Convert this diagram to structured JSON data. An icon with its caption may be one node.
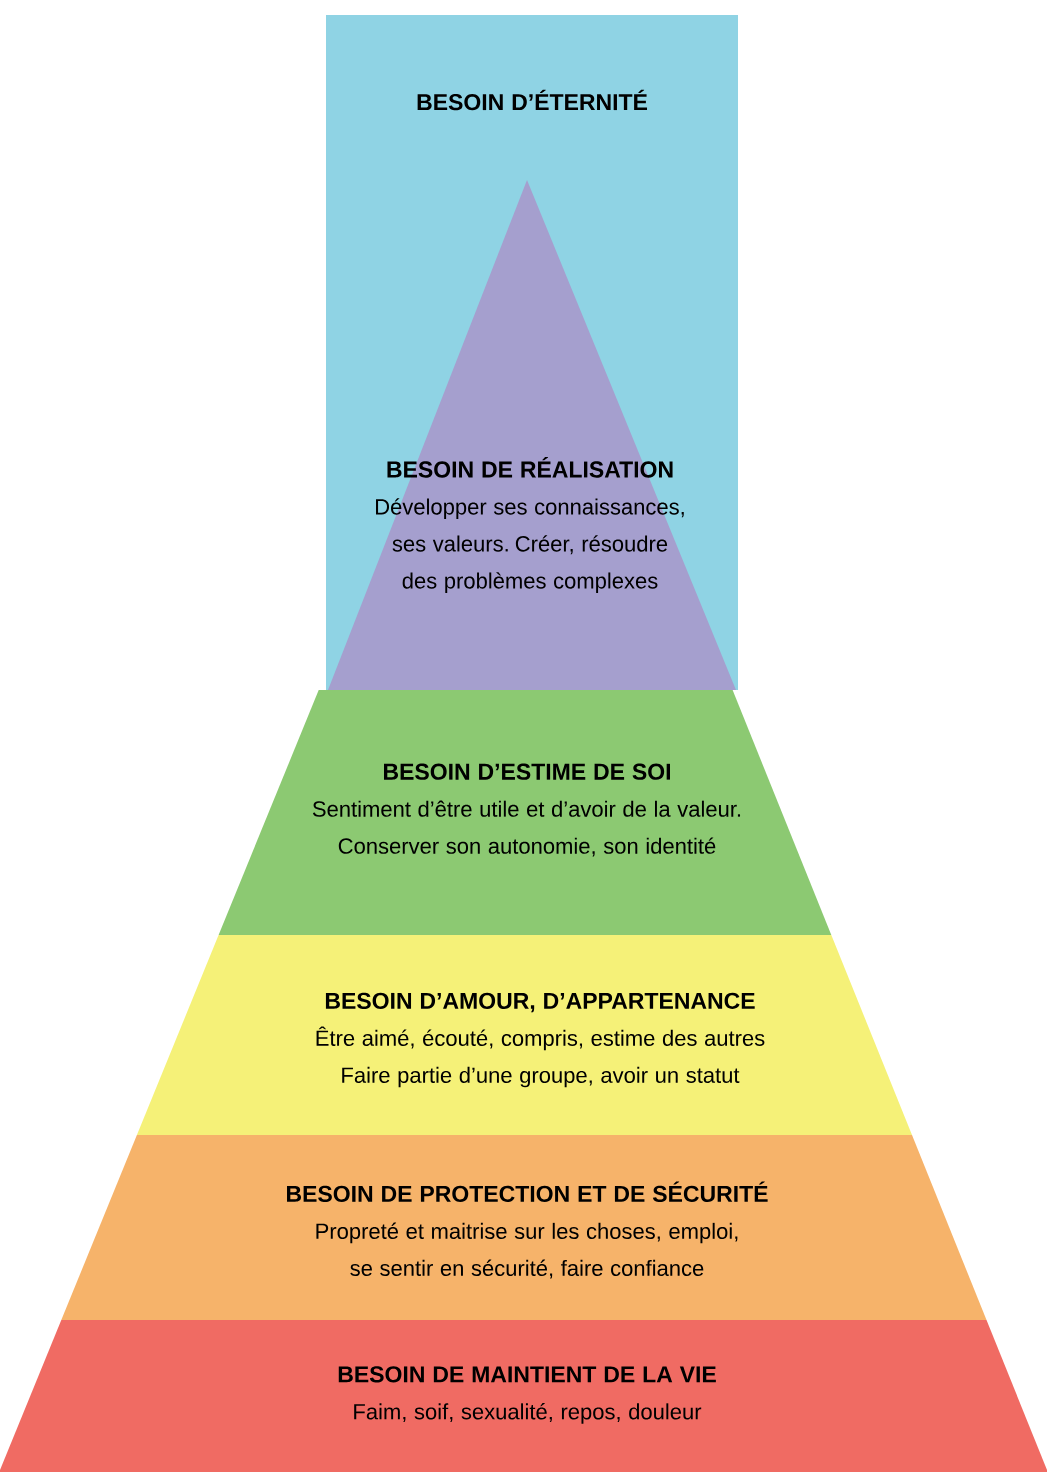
{
  "diagram": {
    "nodes": [
      {
        "text": [
          "BESOIN D’ÉTERNITÉ"
        ]
      },
      {
        "text": [
          "BESOIN DE RÉALISATION",
          "Développer ses connaissances, ses valeurs. Créer, résoudre des problèmes complexes"
        ],
        "in": 0
      },
      {
        "text": [
          "BESOIN D’ESTIME DE SOI",
          "Sentiment d’être utile et d’avoir de la valeur. Conserver son autonomie, son identité"
        ]
      },
      {
        "text": [
          "BESOIN D’AMOUR, D’APPARTENANCE",
          "Être aimé, écouté, compris, estime des autres Faire partie d’une groupe, avoir un statut"
        ]
      },
      {
        "text": [
          "BESOIN DE PROTECTION ET DE SÉCURITÉ",
          "Propreté et maitrise sur les choses, emploi, se sentir en sécurité, faire confiance"
        ]
      },
      {
        "text": [
          "BESOIN DE MAINTIENT DE LA VIE",
          "Faim, soif, sexualité, repos, douleur"
        ]
      }
    ]
  }
}
